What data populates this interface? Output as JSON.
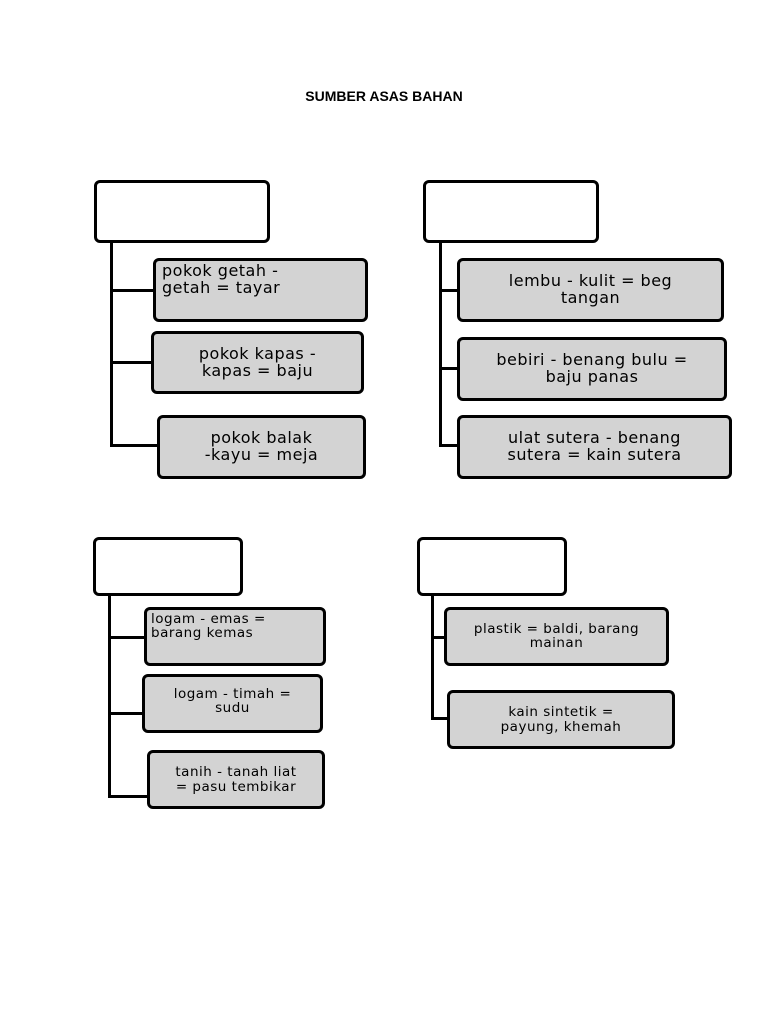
{
  "title": "SUMBER ASAS BAHAN",
  "groups": {
    "top_left": {
      "header": "",
      "items": [
        {
          "label": "pokok getah -\ngetah = tayar"
        },
        {
          "label": "pokok kapas -\nkapas = baju"
        },
        {
          "label": "pokok balak\n-kayu = meja"
        }
      ]
    },
    "top_right": {
      "header": "",
      "items": [
        {
          "label": "lembu - kulit = beg\ntangan"
        },
        {
          "label": "bebiri - benang bulu =\nbaju panas"
        },
        {
          "label": "ulat sutera - benang\nsutera = kain sutera"
        }
      ]
    },
    "bottom_left": {
      "header": "",
      "items": [
        {
          "label": "logam - emas =\nbarang kemas"
        },
        {
          "label": "logam - timah =\nsudu"
        },
        {
          "label": "tanih - tanah liat\n= pasu tembikar"
        }
      ]
    },
    "bottom_right": {
      "header": "",
      "items": [
        {
          "label": "plastik = baldi, barang\nmainan"
        },
        {
          "label": "kain sintetik =\npayung, khemah"
        }
      ]
    }
  },
  "colors": {
    "item_fill": "#d3d3d3",
    "header_fill": "#ffffff",
    "stroke": "#000000"
  }
}
